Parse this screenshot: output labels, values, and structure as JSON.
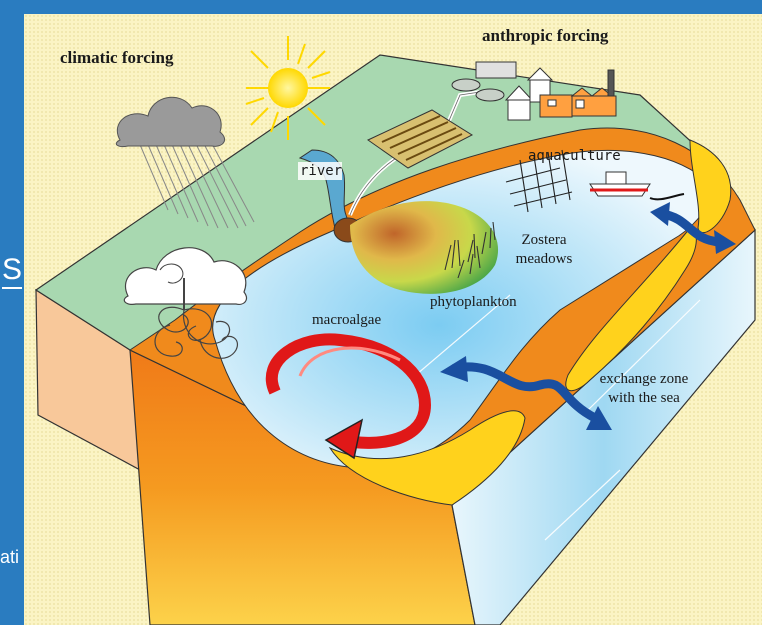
{
  "left_strip": {
    "letter": "S",
    "fragment": "ati"
  },
  "labels": {
    "climatic_forcing": "climatic forcing",
    "anthropic_forcing": "anthropic forcing",
    "river": "river",
    "aquaculture": "aquaculture",
    "zostera": "Zostera",
    "meadows": "meadows",
    "macroalgae": "macroalgae",
    "phytoplankton": "phytoplankton",
    "exchange_zone": "exchange zone",
    "with_the_sea": "with the sea"
  },
  "colors": {
    "background": "#2a7cc0",
    "panel": "#fbf4c4",
    "land": "#a8d8b0",
    "lagoon": "#d8f0fc",
    "sediment": "#f08a1c",
    "sand": "#ffd21c",
    "sea_side": "#a8dcf4",
    "arrow_exchange": "#1a4fa0",
    "arrow_circulation": "#e01818",
    "sun": "#ffe01a"
  },
  "icons": [
    "sun-icon",
    "rain-cloud-icon",
    "wind-cloud-icon",
    "factory-icon",
    "boat-icon",
    "aquaculture-rack-icon",
    "fields-icon",
    "treatment-tanks-icon"
  ]
}
